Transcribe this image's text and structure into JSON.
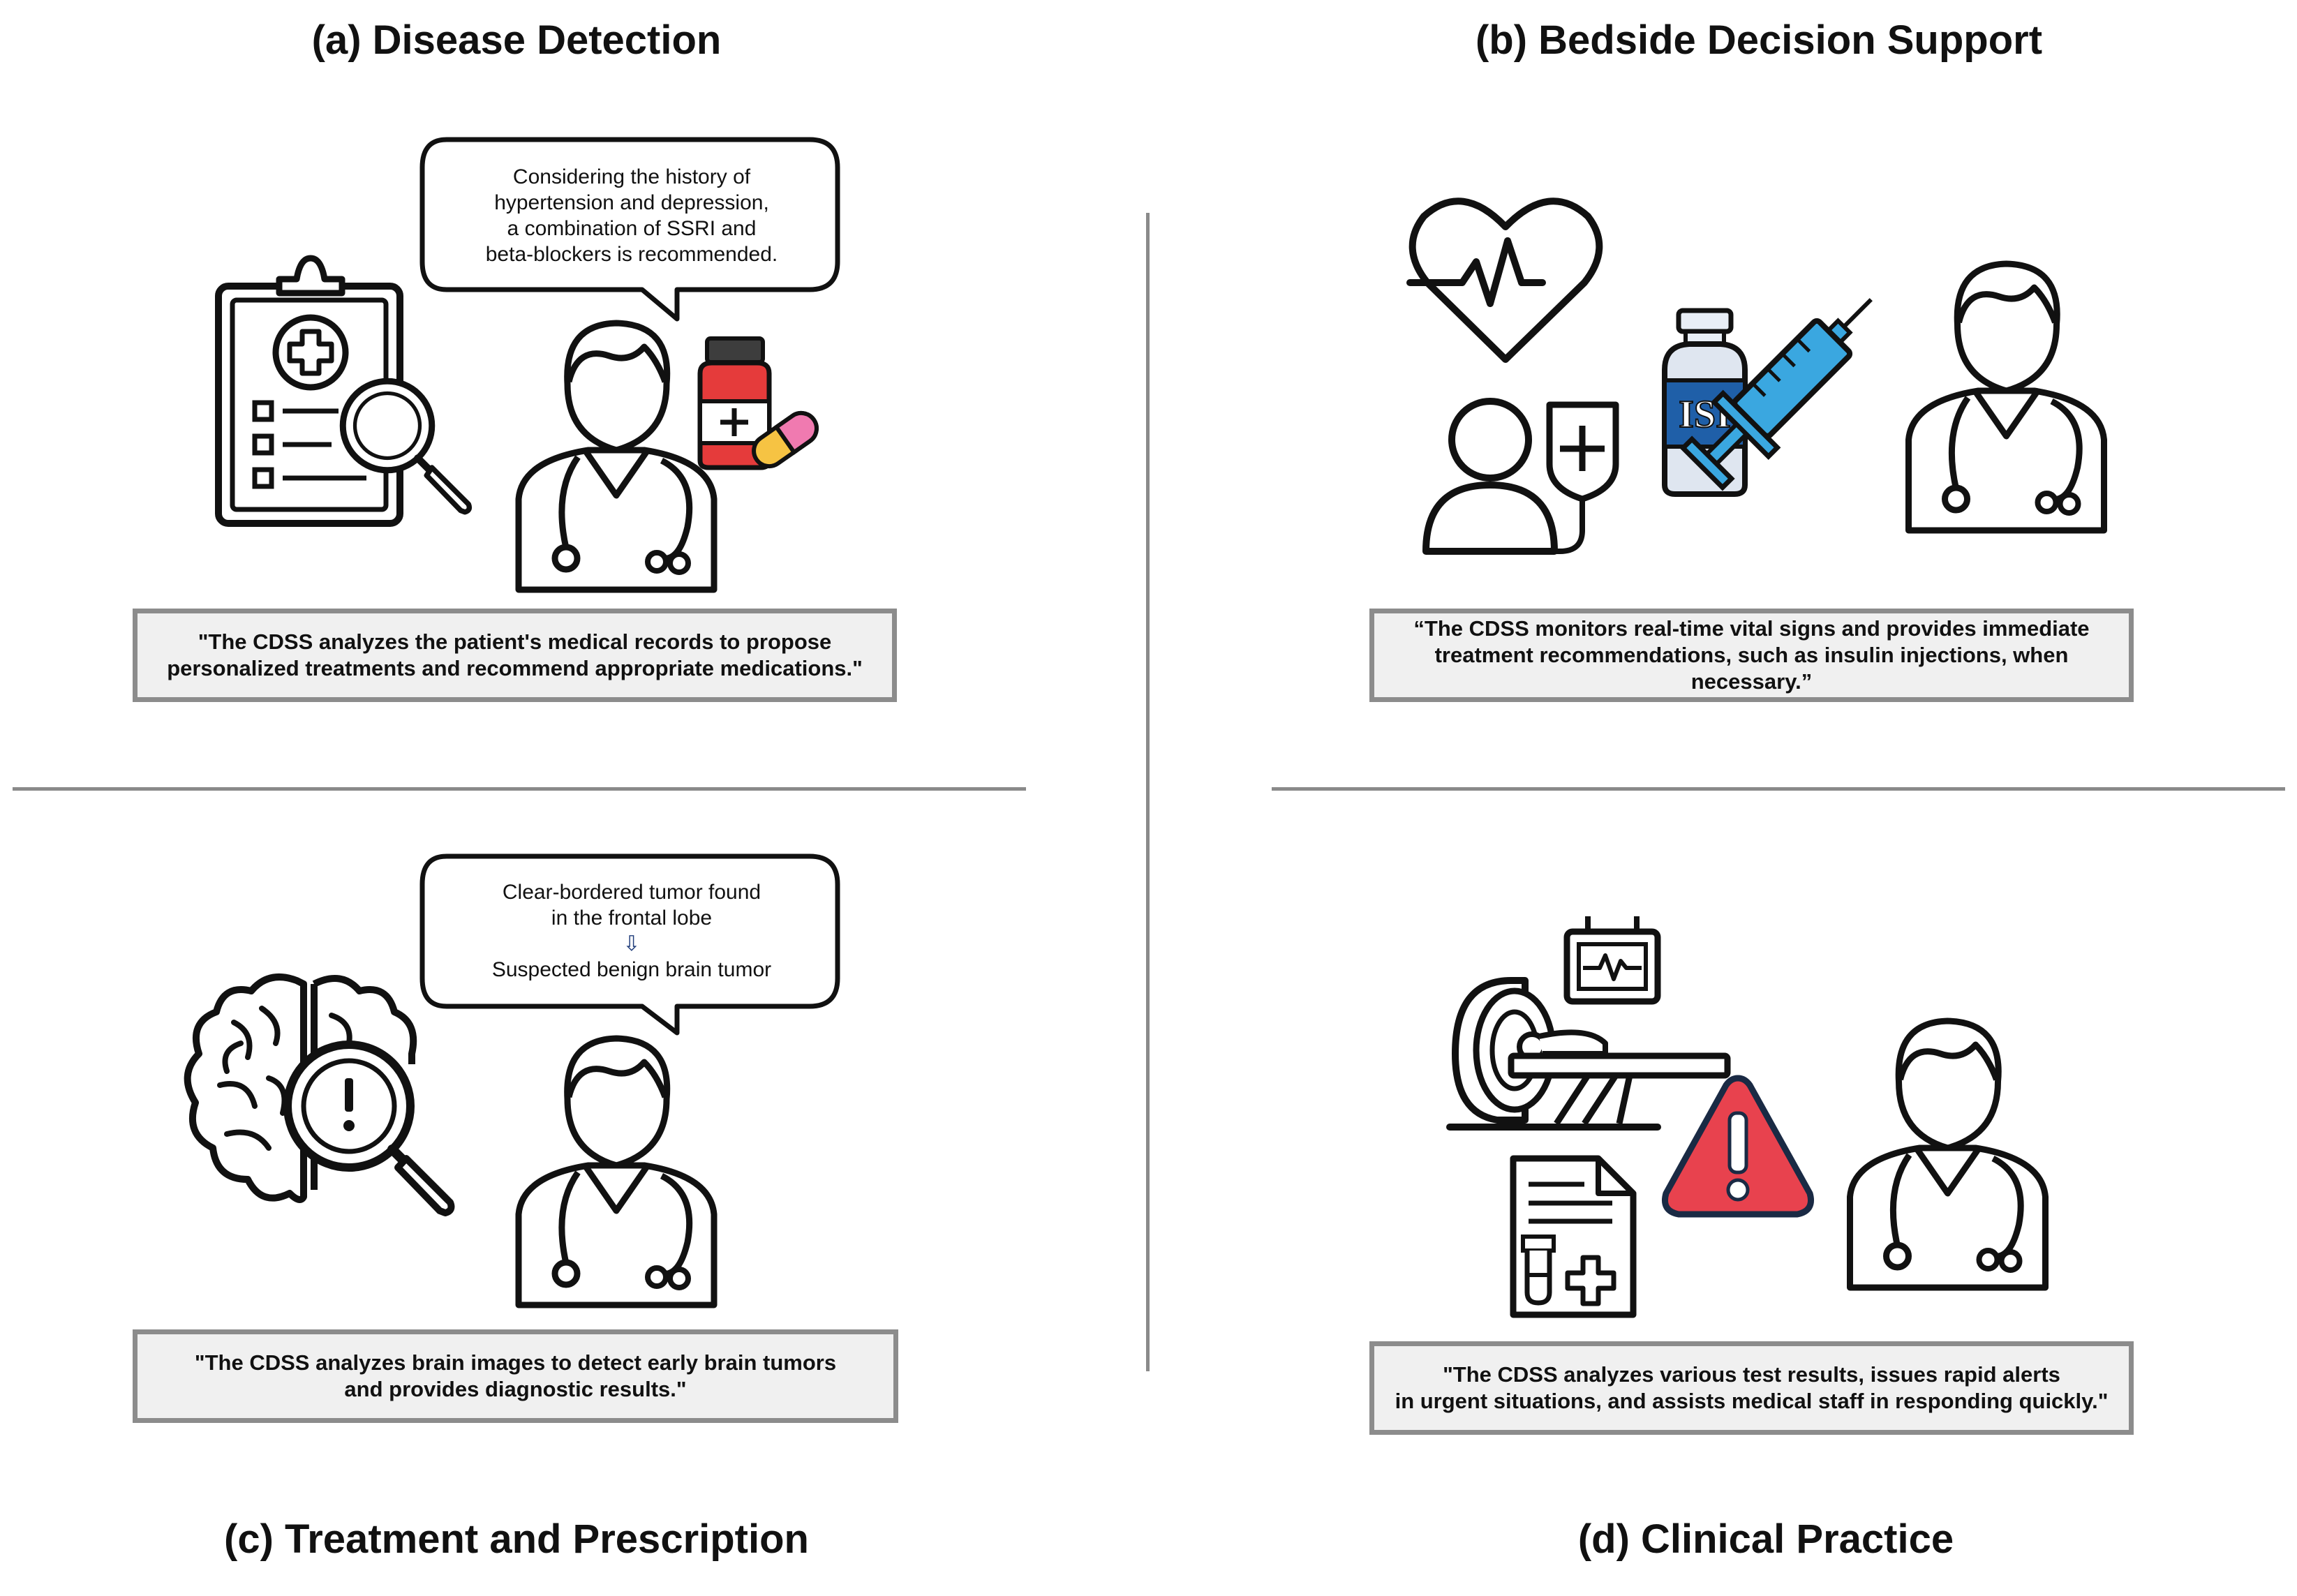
{
  "panels": {
    "a": {
      "title": "(a) Disease Detection",
      "bubble": [
        "Considering the history of",
        "hypertension and depression,",
        "a combination of SSRI and",
        "beta-blockers is recommended."
      ],
      "caption": [
        "\"The CDSS analyzes the patient's medical records to propose",
        "personalized treatments and recommend appropriate medications.\""
      ]
    },
    "b": {
      "title": "(b) Bedside Decision Support",
      "vial_label": "ISI",
      "caption": [
        "“The CDSS monitors real-time vital signs and provides immediate",
        "treatment recommendations, such as insulin injections, when necessary.”"
      ]
    },
    "c": {
      "title": "(c) Treatment and Prescription",
      "bubble": [
        "Clear-bordered tumor found",
        "in the frontal lobe",
        "⇩",
        "Suspected benign brain tumor"
      ],
      "caption": [
        "\"The CDSS analyzes brain images to detect early brain tumors",
        "and provides diagnostic results.\""
      ]
    },
    "d": {
      "title": "(d) Clinical Practice",
      "caption": [
        "\"The CDSS analyzes various test results, issues rapid alerts",
        "in urgent situations, and assists medical staff in responding quickly.\""
      ]
    }
  },
  "colors": {
    "alert_red": "#e8424e",
    "syringe_blue": "#3aa7e0",
    "vial_blue": "#1f5fa8",
    "bottle_red": "#e53b3b",
    "pill_pink": "#f07ab0",
    "pill_yellow": "#f6c343",
    "caption_bg": "#f0f0f0",
    "divider": "#8a8a8a"
  },
  "icons": [
    "clipboard-icon",
    "magnifier-icon",
    "doctor-icon",
    "medicine-bottle-icon",
    "pill-icon",
    "heart-rate-icon",
    "patient-iv-icon",
    "vial-icon",
    "syringe-icon",
    "brain-icon",
    "mri-scanner-icon",
    "monitor-icon",
    "warning-icon",
    "lab-report-icon"
  ]
}
